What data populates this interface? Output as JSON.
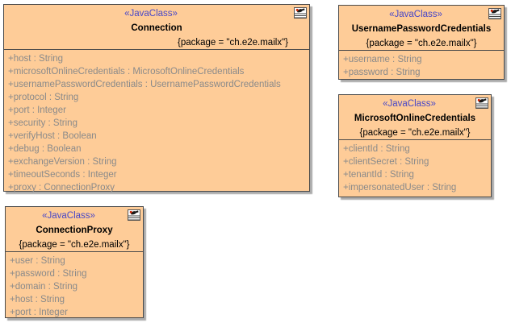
{
  "diagram": {
    "kind": "uml-class-diagram",
    "colors": {
      "background": "#ffffff",
      "class_fill": "#fecc98",
      "class_border": "#4a4a4a",
      "shadow": "#ababab",
      "stereotype": "#4747c8",
      "name": "#000000",
      "package_text": "#000000",
      "attribute_text": "#8a8a8a"
    },
    "corner_icon": "java-class-resource-icon"
  },
  "classes": [
    {
      "id": "connection",
      "stereotype": "«JavaClass»",
      "name": "Connection",
      "package": "{package = \"ch.e2e.mailx\"}",
      "attributes": [
        "+host : String",
        "+microsoftOnlineCredentials : MicrosoftOnlineCredentials",
        "+usernamePasswordCredentials : UsernamePasswordCredentials",
        "+protocol : String",
        "+port : Integer",
        "+security : String",
        "+verifyHost : Boolean",
        "+debug : Boolean",
        "+exchangeVersion : String",
        "+timeoutSeconds : Integer",
        "+proxy : ConnectionProxy"
      ]
    },
    {
      "id": "username-password-credentials",
      "stereotype": "«JavaClass»",
      "name": "UsernamePasswordCredentials",
      "package": "{package = \"ch.e2e.mailx\"}",
      "attributes": [
        "+username : String",
        "+password : String"
      ]
    },
    {
      "id": "microsoft-online-credentials",
      "stereotype": "«JavaClass»",
      "name": "MicrosoftOnlineCredentials",
      "package": "{package = \"ch.e2e.mailx\"}",
      "attributes": [
        "+clientId : String",
        "+clientSecret : String",
        "+tenantId : String",
        "+impersonatedUser : String"
      ]
    },
    {
      "id": "connection-proxy",
      "stereotype": "«JavaClass»",
      "name": "ConnectionProxy",
      "package": "{package = \"ch.e2e.mailx\"}",
      "attributes": [
        "+user : String",
        "+password : String",
        "+domain : String",
        "+host : String",
        "+port : Integer"
      ]
    }
  ]
}
